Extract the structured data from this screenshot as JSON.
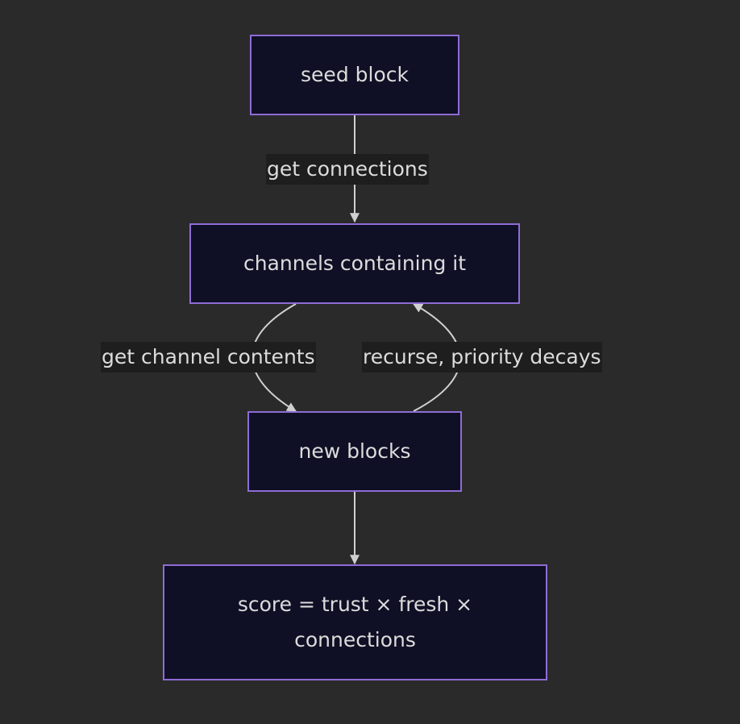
{
  "colors": {
    "background": "#2a2a2a",
    "node_fill": "#0f1025",
    "node_border": "#8f6cd6",
    "text": "#dcdcdc",
    "edge": "#d0d0d0",
    "label_background": "#1e1e1e"
  },
  "nodes": {
    "seed": "seed block",
    "channels": "channels containing it",
    "new_blocks": "new blocks",
    "score": "score = trust × fresh × connections"
  },
  "edges": {
    "get_connections": "get connections",
    "get_channel_contents": "get channel contents",
    "recurse": "recurse, priority decays"
  }
}
